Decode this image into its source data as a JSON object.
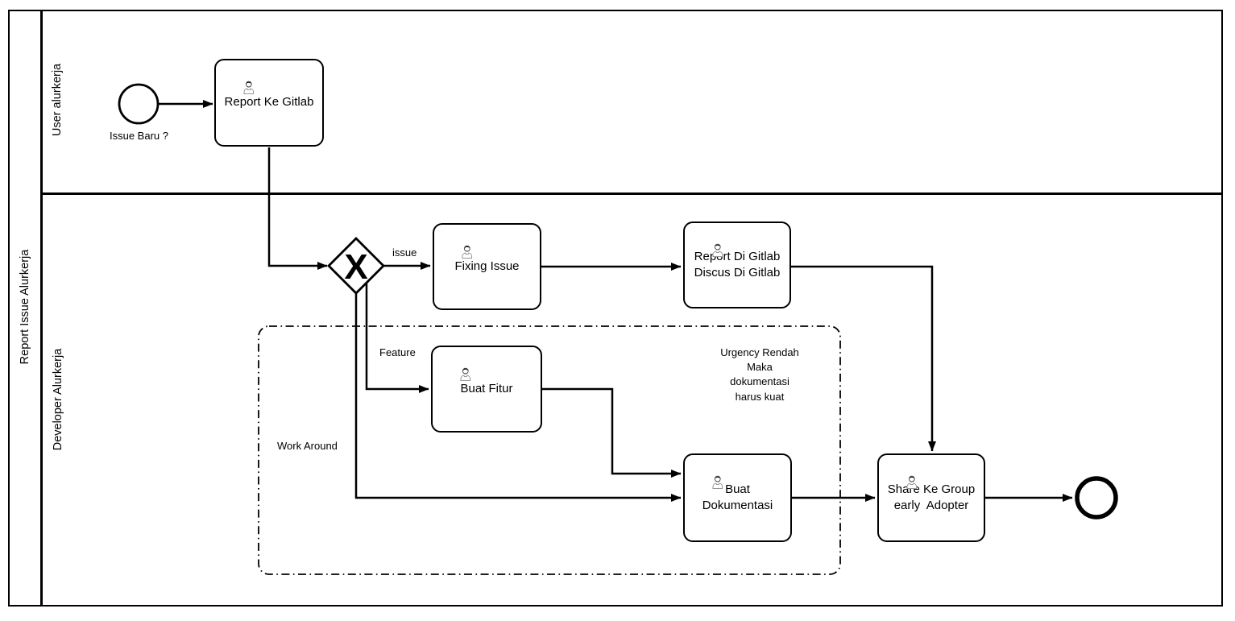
{
  "diagram": {
    "type": "bpmn-process",
    "pool": {
      "label": "Report Issue Alurkerja"
    },
    "lanes": [
      {
        "label": "User alurkerja"
      },
      {
        "label": "Developer Alurkerja"
      }
    ],
    "start_event": {
      "label": "Issue Baru ?"
    },
    "end_event": {
      "label": ""
    },
    "gateway": {
      "kind": "exclusive",
      "marker": "X"
    },
    "tasks": {
      "report_ke_gitlab": {
        "label": "Report Ke Gitlab",
        "icon": "user-icon"
      },
      "fixing_issue": {
        "label": "Fixing Issue",
        "icon": "user-icon"
      },
      "report_di_gitlab": {
        "label": "Report Di Gitlab\nDiscus Di Gitlab",
        "icon": "user-icon"
      },
      "buat_fitur": {
        "label": "Buat Fitur",
        "icon": "user-icon"
      },
      "buat_dokumentasi": {
        "label": "Buat\nDokumentasi",
        "icon": "user-icon"
      },
      "share_ke_group": {
        "label": "Share Ke Group\nearly  Adopter",
        "icon": "user-icon"
      }
    },
    "flow_labels": {
      "issue": "issue",
      "feature": "Feature"
    },
    "group": {
      "label": "Work Around",
      "border_style": "dash-dot"
    },
    "annotation": {
      "text": "Urgency Rendah\nMaka\ndokumentasi\nharus kuat"
    },
    "colors": {
      "stroke": "#000000",
      "shape_fill": "#ffffff",
      "icon_outline": "#8a8a8a"
    }
  }
}
